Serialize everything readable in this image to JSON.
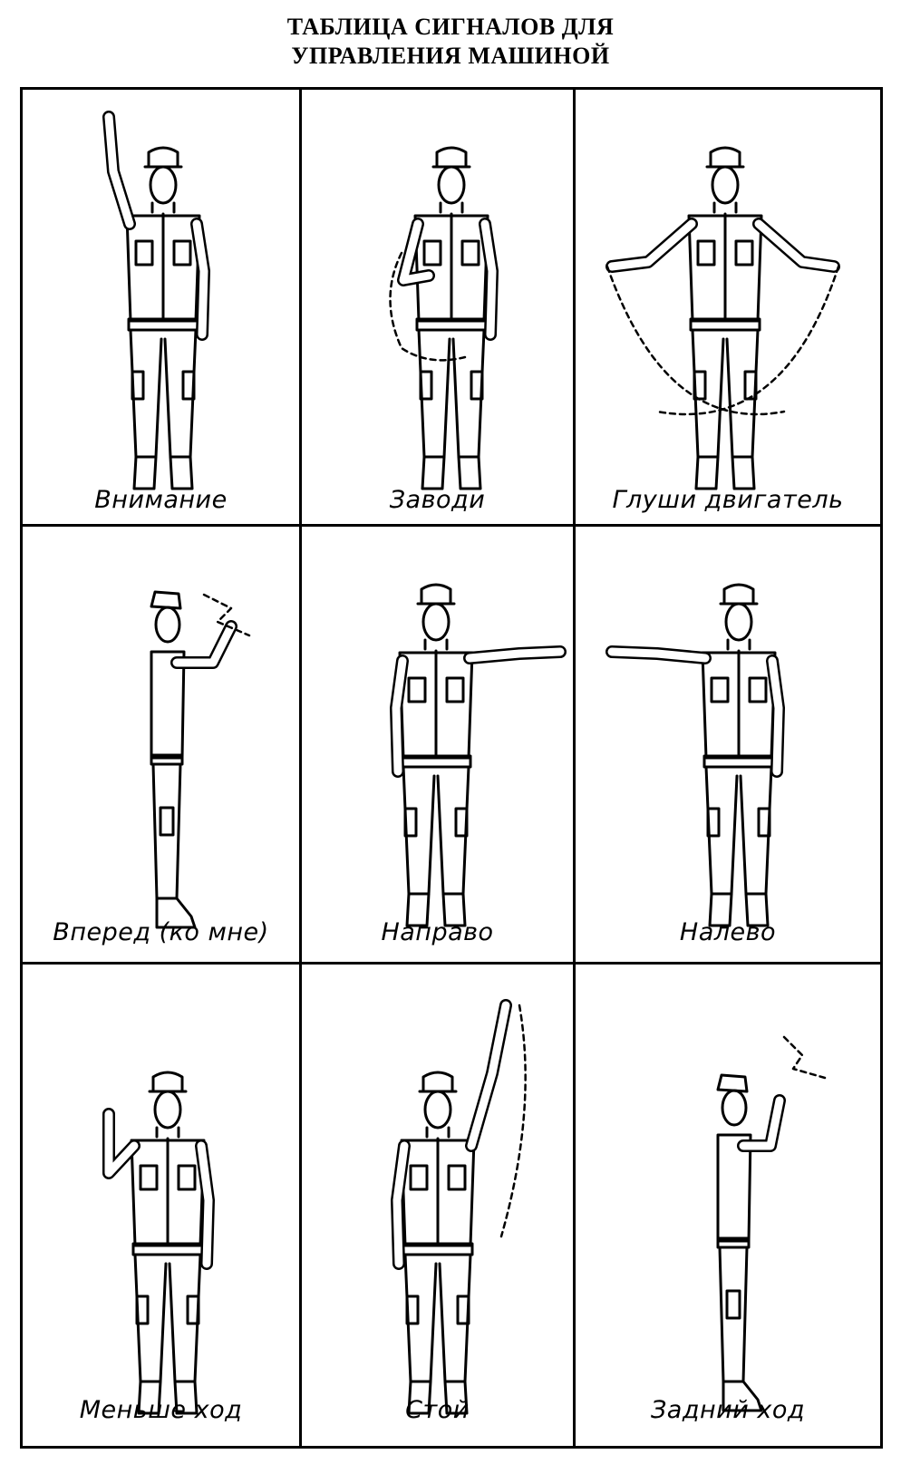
{
  "title_line1": "ТАБЛИЦА СИГНАЛОВ ДЛЯ",
  "title_line2": "УПРАВЛЕНИЯ МАШИНОЙ",
  "signals": [
    {
      "caption": "Внимание",
      "pose": "right-arm-raised-up"
    },
    {
      "caption": "Заводи",
      "pose": "arm-circling-at-chest"
    },
    {
      "caption": "Глуши двигатель",
      "pose": "arms-swinging-crossed"
    },
    {
      "caption": "Вперед (ко мне)",
      "pose": "side-view-hands-waving-toward"
    },
    {
      "caption": "Направо",
      "pose": "left-arm-extended-right"
    },
    {
      "caption": "Налево",
      "pose": "right-arm-extended-left"
    },
    {
      "caption": "Меньше ход",
      "pose": "hand-raised-at-shoulder"
    },
    {
      "caption": "Стой",
      "pose": "arm-raised-lowering-arc"
    },
    {
      "caption": "Задний ход",
      "pose": "side-view-hands-waving-away"
    }
  ]
}
